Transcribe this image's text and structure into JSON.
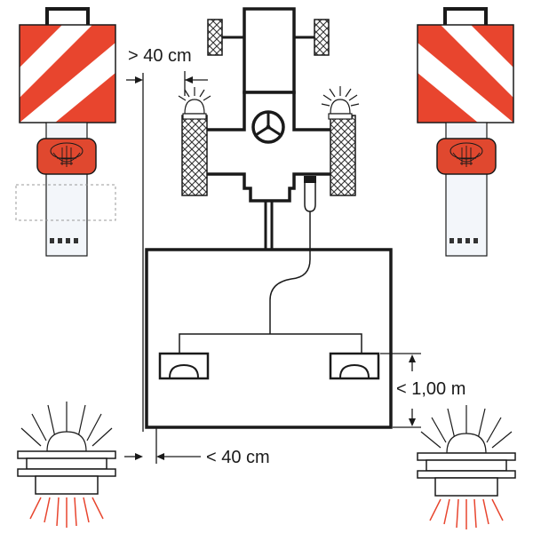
{
  "diagram": {
    "labels": {
      "max_side_distance": "> 40 cm",
      "min_side_distance": "< 40 cm",
      "max_rear_height": "< 1,00 m"
    },
    "icons": [
      "warning-board-icon",
      "rear-lamp-icon",
      "rotating-beacon-icon",
      "tractor-icon",
      "steering-wheel-icon",
      "trailer-icon"
    ],
    "colors": {
      "warning_red": "#e8452e",
      "lamp_red": "#e0482f",
      "light_ray_red": "#e8452e",
      "line": "#1a1a1a",
      "post_fill": "#f3f6fa"
    }
  }
}
